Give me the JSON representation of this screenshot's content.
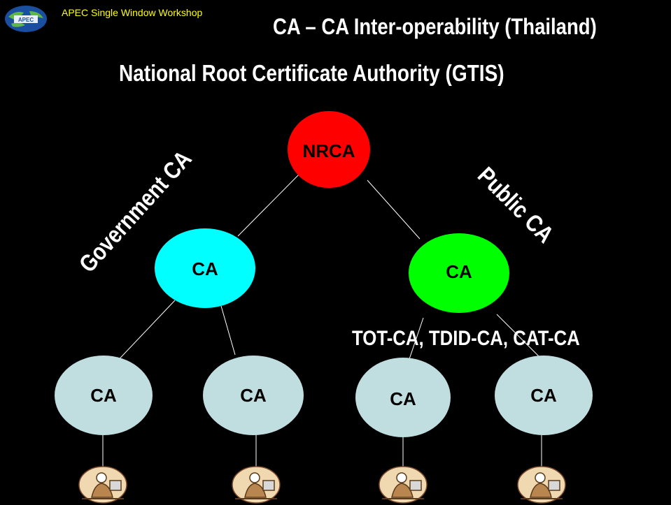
{
  "header": {
    "logo_text": "APEC",
    "workshop": "APEC Single Window Workshop",
    "title": "CA – CA Inter-operability (Thailand)"
  },
  "diagram": {
    "subtitle": "National Root Certificate Authority (GTIS)",
    "root": {
      "label": "NRCA",
      "color": "#ff0000",
      "text_color": "#000000"
    },
    "government": {
      "label": "CA",
      "branch_label": "Government CA",
      "color": "#00ffff"
    },
    "public": {
      "label": "CA",
      "branch_label": "Public CA",
      "color": "#00ff00"
    },
    "public_members": "TOT-CA, TDID-CA, CAT-CA",
    "leaf_color": "#c0dde0",
    "leaves": [
      {
        "label": "CA",
        "user_icon": "person-at-computer-icon"
      },
      {
        "label": "CA",
        "user_icon": "person-at-computer-icon"
      },
      {
        "label": "CA",
        "user_icon": "person-at-computer-icon"
      },
      {
        "label": "CA",
        "user_icon": "person-at-computer-icon"
      }
    ]
  }
}
